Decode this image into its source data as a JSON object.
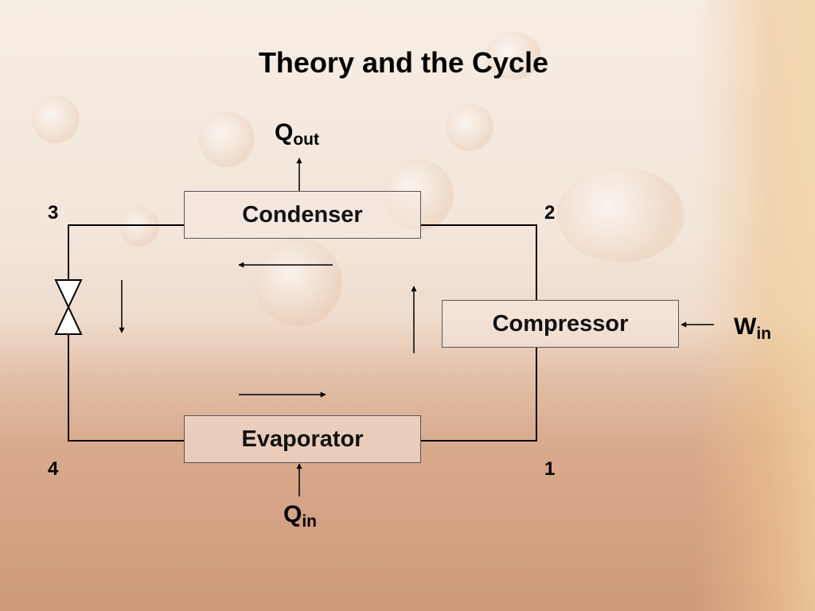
{
  "title": "Theory and the Cycle",
  "components": {
    "condenser": "Condenser",
    "compressor": "Compressor",
    "evaporator": "Evaporator"
  },
  "states": {
    "s1": "1",
    "s2": "2",
    "s3": "3",
    "s4": "4"
  },
  "energy": {
    "q_out": {
      "symbol": "Q",
      "subscript": "out"
    },
    "q_in": {
      "symbol": "Q",
      "subscript": "in"
    },
    "w_in": {
      "symbol": "W",
      "subscript": "in"
    }
  },
  "colors": {
    "line": "#000000",
    "box_border": "#555555"
  }
}
